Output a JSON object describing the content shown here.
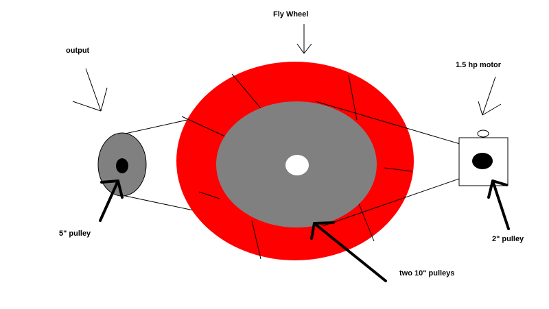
{
  "labels": {
    "flywheel": "Fly Wheel",
    "output": "output",
    "motor": "1.5 hp motor",
    "pulley_5": "5\" pulley",
    "pulley_2": "2\" pulley",
    "pulleys_10": "two 10\" pulleys"
  },
  "colors": {
    "flywheel_rim": "#ff0000",
    "pulley_gray": "#808080",
    "hub": "#ffffff",
    "shaft": "#000000",
    "line": "#000000",
    "background": "#ffffff"
  }
}
